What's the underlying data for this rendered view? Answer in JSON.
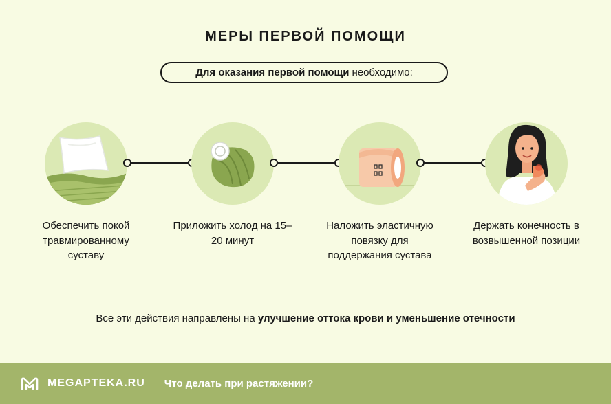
{
  "header": {
    "title": "МЕРЫ ПЕРВОЙ ПОМОЩИ",
    "intro_bold": "Для оказания первой помощи",
    "intro_rest": "необходимо:"
  },
  "steps": [
    {
      "label": "Обеспечить покой травмированному суставу",
      "icon": "pillow-icon"
    },
    {
      "label": "Приложить холод на 15–20 минут",
      "icon": "ice-pack-icon"
    },
    {
      "label": "Наложить эластичную повязку для поддержания сустава",
      "icon": "elastic-bandage-icon"
    },
    {
      "label": "Держать конечность в возвышенной позиции",
      "icon": "woman-holding-wrist-icon"
    }
  ],
  "summary": {
    "text": "Все эти действия направлены на",
    "bold": "улучшение оттока крови и уменьшение отечности"
  },
  "footer": {
    "brand": "MEGAPTEKA.RU",
    "subtitle": "Что делать при растяжении?"
  },
  "colors": {
    "background": "#f8fbe3",
    "circle": "#dbe9b4",
    "footer": "#a3b56a",
    "accent_green": "#7f9a45",
    "bandage": "#f7c9a9"
  }
}
